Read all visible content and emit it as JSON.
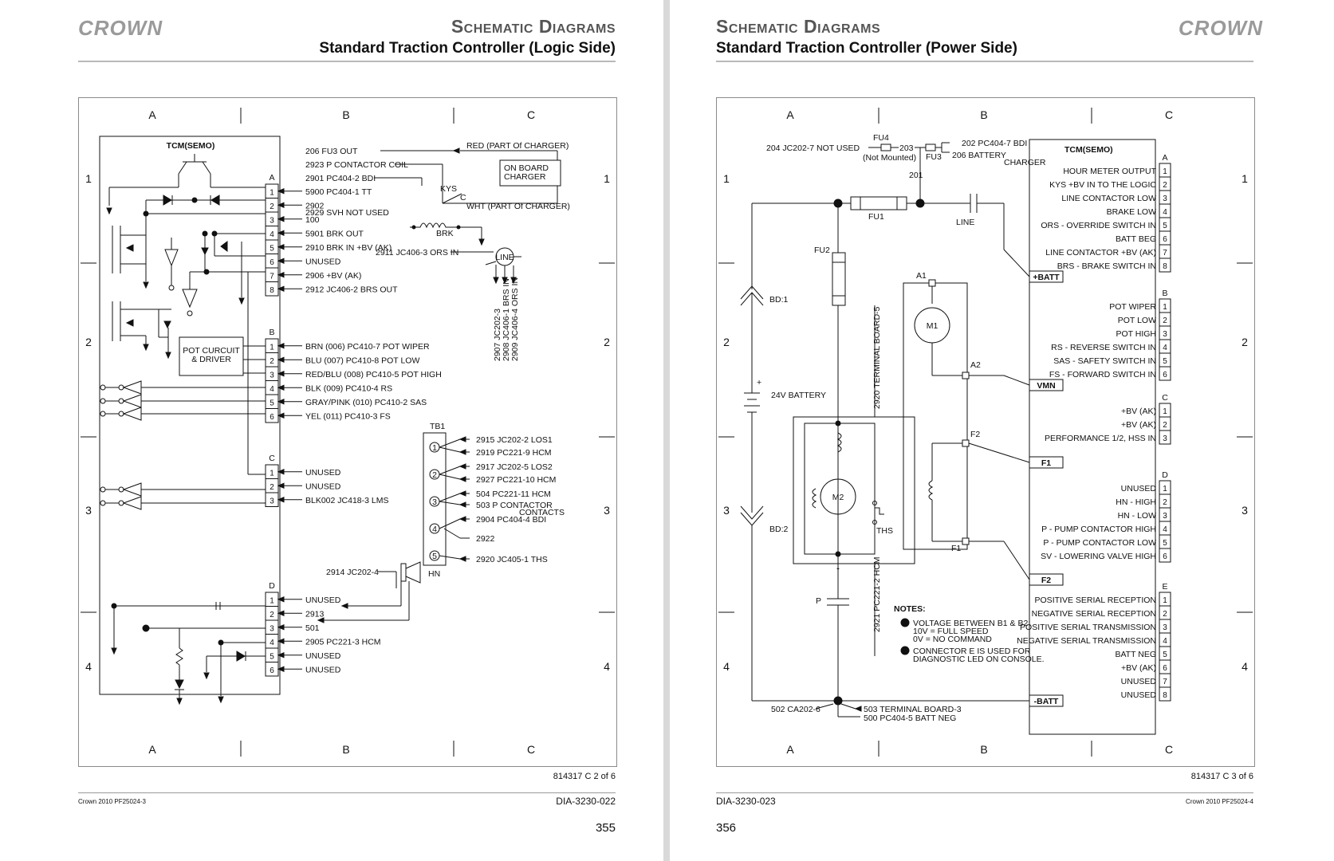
{
  "brand": "CROWN",
  "left": {
    "section_title": "Schematic Diagrams",
    "subtitle": "Standard Traction Controller (Logic Side)",
    "zones_cols": [
      "A",
      "B",
      "C"
    ],
    "zones_rows": [
      "1",
      "2",
      "3",
      "4"
    ],
    "module_label": "TCM(SEMO)",
    "connector_A": {
      "letter": "A",
      "pins": [
        "1",
        "2",
        "3",
        "4",
        "5",
        "6",
        "7",
        "8"
      ],
      "wires": [
        "5900 PC404-1 TT",
        "2902",
        "100",
        "5901 BRK OUT",
        "2910 BRK IN +BV (AK)",
        "UNUSED",
        "2906 +BV (AK)",
        "2912 JC406-2 BRS OUT"
      ]
    },
    "connector_B": {
      "letter": "B",
      "pins": [
        "1",
        "2",
        "3",
        "4",
        "5",
        "6"
      ],
      "wires": [
        "BRN (006) PC410-7 POT WIPER",
        "BLU (007) PC410-8 POT LOW",
        "RED/BLU (008) PC410-5 POT HIGH",
        "BLK (009) PC410-4 RS",
        "GRAY/PINK (010) PC410-2 SAS",
        "YEL (011) PC410-3 FS"
      ]
    },
    "connector_C": {
      "letter": "C",
      "pins": [
        "1",
        "2",
        "3"
      ],
      "wires": [
        "UNUSED",
        "UNUSED",
        "BLK002 JC418-3 LMS"
      ]
    },
    "connector_D": {
      "letter": "D",
      "pins": [
        "1",
        "2",
        "3",
        "4",
        "5",
        "6"
      ],
      "wires": [
        "UNUSED",
        "2913",
        "501",
        "2905 PC221-3 HCM",
        "UNUSED",
        "UNUSED"
      ]
    },
    "top_wires": [
      "206 FU3 OUT",
      "2923 P CONTACTOR COIL",
      "2901 PC404-2 BDI",
      "2929 SVH NOT USED"
    ],
    "charger_labels": [
      "RED (PART Of CHARGER)",
      "ON BOARD",
      "CHARGER",
      "WHT (PART Of CHARGER)",
      "KYS",
      "C"
    ],
    "brk_label": "BRK",
    "ors_label": "2911 JC406-3 ORS IN",
    "line_label": "LINE",
    "vertical_wires": [
      "2907 JC202-3",
      "2908 JC406-1 BRS IN",
      "2909 JC406-4 ORS IN"
    ],
    "pot_block": [
      "POT CURCUIT",
      "& DRIVER"
    ],
    "tb1": {
      "label": "TB1",
      "terminals": [
        "1",
        "2",
        "3",
        "4",
        "5"
      ],
      "wires": [
        "2915 JC202-2 LOS1",
        "2919 PC221-9 HCM",
        "2917 JC202-5 LOS2",
        "2927 PC221-10 HCM",
        "504 PC221-11 HCM",
        "503 P CONTACTOR",
        "CONTACTS",
        "2904 PC404-4 BDI",
        "2922",
        "2920 JC405-1 THS"
      ]
    },
    "hn_labels": [
      "2914 JC202-4",
      "HN"
    ],
    "ref": "814317 C 2 of 6",
    "footer_left": "Crown 2010 PF25024-3",
    "doc_id": "DIA-3230-022",
    "page_number": "355"
  },
  "right": {
    "section_title": "Schematic Diagrams",
    "subtitle": "Standard Traction Controller (Power Side)",
    "zones_cols": [
      "A",
      "B",
      "C"
    ],
    "zones_rows": [
      "1",
      "2",
      "3",
      "4"
    ],
    "module_label": "TCM(SEMO)",
    "connector_A": {
      "letter": "A",
      "pins": [
        "1",
        "2",
        "3",
        "4",
        "5",
        "6",
        "7",
        "8"
      ],
      "signals": [
        "HOUR METER OUTPUT",
        "KYS +BV IN TO THE LOGIC",
        "LINE CONTACTOR LOW",
        "BRAKE LOW",
        "ORS - OVERRIDE SWITCH IN",
        "BATT BEG",
        "LINE CONTACTOR +BV (AK)",
        "BRS - BRAKE SWITCH IN"
      ]
    },
    "connector_B": {
      "letter": "B",
      "pins": [
        "1",
        "2",
        "3",
        "4",
        "5",
        "6"
      ],
      "signals": [
        "POT WIPER",
        "POT LOW",
        "POT HIGH",
        "RS - REVERSE SWITCH IN",
        "SAS - SAFETY SWITCH IN",
        "FS - FORWARD SWITCH IN"
      ]
    },
    "connector_C": {
      "letter": "C",
      "pins": [
        "1",
        "2",
        "3"
      ],
      "signals": [
        "+BV (AK)",
        "+BV (AK)",
        "PERFORMANCE 1/2, HSS IN"
      ]
    },
    "connector_D": {
      "letter": "D",
      "pins": [
        "1",
        "2",
        "3",
        "4",
        "5",
        "6"
      ],
      "signals": [
        "UNUSED",
        "HN - HIGH",
        "HN - LOW",
        "P - PUMP CONTACTOR HIGH",
        "P - PUMP CONTACTOR LOW",
        "SV - LOWERING VALVE HIGH"
      ]
    },
    "connector_E": {
      "letter": "E",
      "pins": [
        "1",
        "2",
        "3",
        "4",
        "5",
        "6",
        "7",
        "8"
      ],
      "signals": [
        "POSITIVE SERIAL RECEPTION",
        "NEGATIVE SERIAL RECEPTION",
        "POSITIVE SERIAL TRANSMISSION",
        "NEGATIVE SERIAL TRANSMISSION",
        "BATT NEG",
        "+BV (AK)",
        "UNUSED",
        "UNUSED"
      ]
    },
    "power_terminals": [
      "+BATT",
      "VMN",
      "F1",
      "F2",
      "-BATT"
    ],
    "top_labels": [
      "204 JC202-7 NOT USED",
      "FU4",
      "(Not Mounted)",
      "203",
      "FU3",
      "202 PC404-7 BDI",
      "206 BATTERY",
      "CHARGER",
      "201"
    ],
    "component_labels": [
      "FU1",
      "LINE",
      "FU2",
      "BD:1",
      "BD:2",
      "24V BATTERY",
      "+",
      "M1",
      "A1",
      "A2",
      "F2",
      "F1",
      "M2",
      "THS",
      "P",
      "-"
    ],
    "vertical_wires": [
      "2920 TERMINAL BOARD-5",
      "2921 PC221-2 HCM"
    ],
    "notes_title": "NOTES:",
    "notes": [
      [
        "VOLTAGE BETWEEN B1 & B2:",
        "10V = FULL SPEED",
        "0V = NO COMMAND"
      ],
      [
        "CONNECTOR E IS USED FOR",
        "DIAGNOSTIC LED ON CONSOLE."
      ]
    ],
    "note_markers": [
      "1",
      "2"
    ],
    "bottom_labels": [
      "502 CA202-6",
      "503 TERMINAL BOARD-3",
      "500 PC404-5 BATT NEG"
    ],
    "ref": "814317 C 3 of 6",
    "footer_right": "Crown 2010 PF25024-4",
    "doc_id": "DIA-3230-023",
    "page_number": "356"
  }
}
